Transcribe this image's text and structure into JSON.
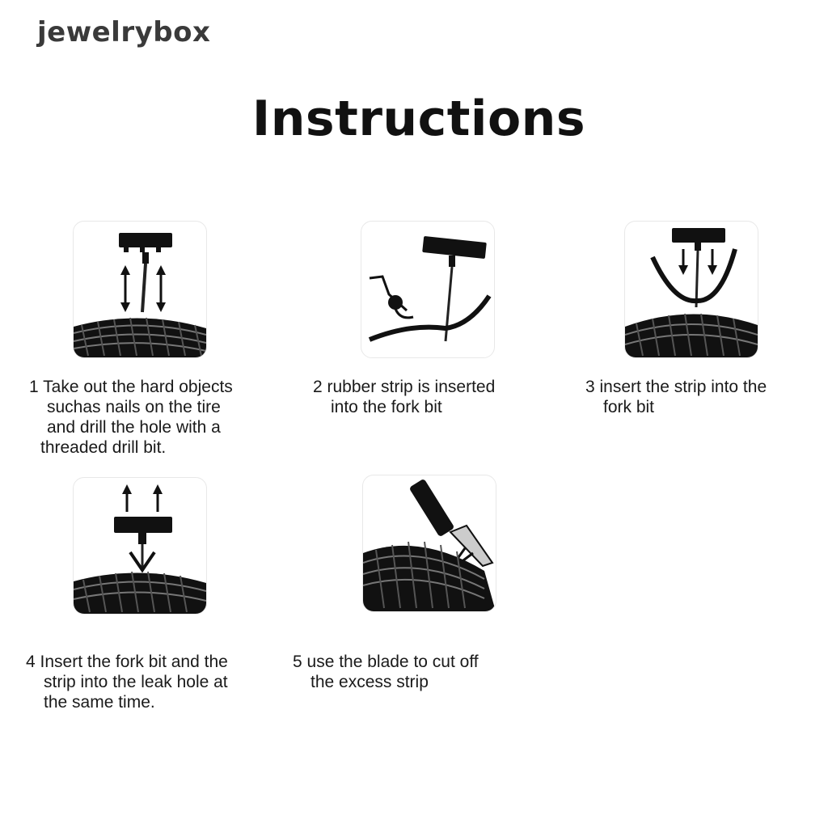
{
  "watermark": "jewelrybox",
  "title": "Instructions",
  "steps": [
    {
      "icon": "drill-bit-icon",
      "lines": [
        "1 Take out the hard objects",
        "suchas nails on the tire",
        "and drill the hole with a",
        "threaded drill bit."
      ]
    },
    {
      "icon": "fork-bit-strip-icon",
      "lines": [
        "2 rubber strip is inserted",
        "into the fork bit"
      ]
    },
    {
      "icon": "insert-strip-icon",
      "lines": [
        "3 insert the strip into the",
        "fork bit"
      ]
    },
    {
      "icon": "pull-out-tool-icon",
      "lines": [
        "4 Insert the fork bit and the",
        "strip into the leak hole at",
        "the same time."
      ]
    },
    {
      "icon": "blade-cut-icon",
      "lines": [
        "5 use the blade to cut off",
        "the excess strip"
      ]
    }
  ]
}
